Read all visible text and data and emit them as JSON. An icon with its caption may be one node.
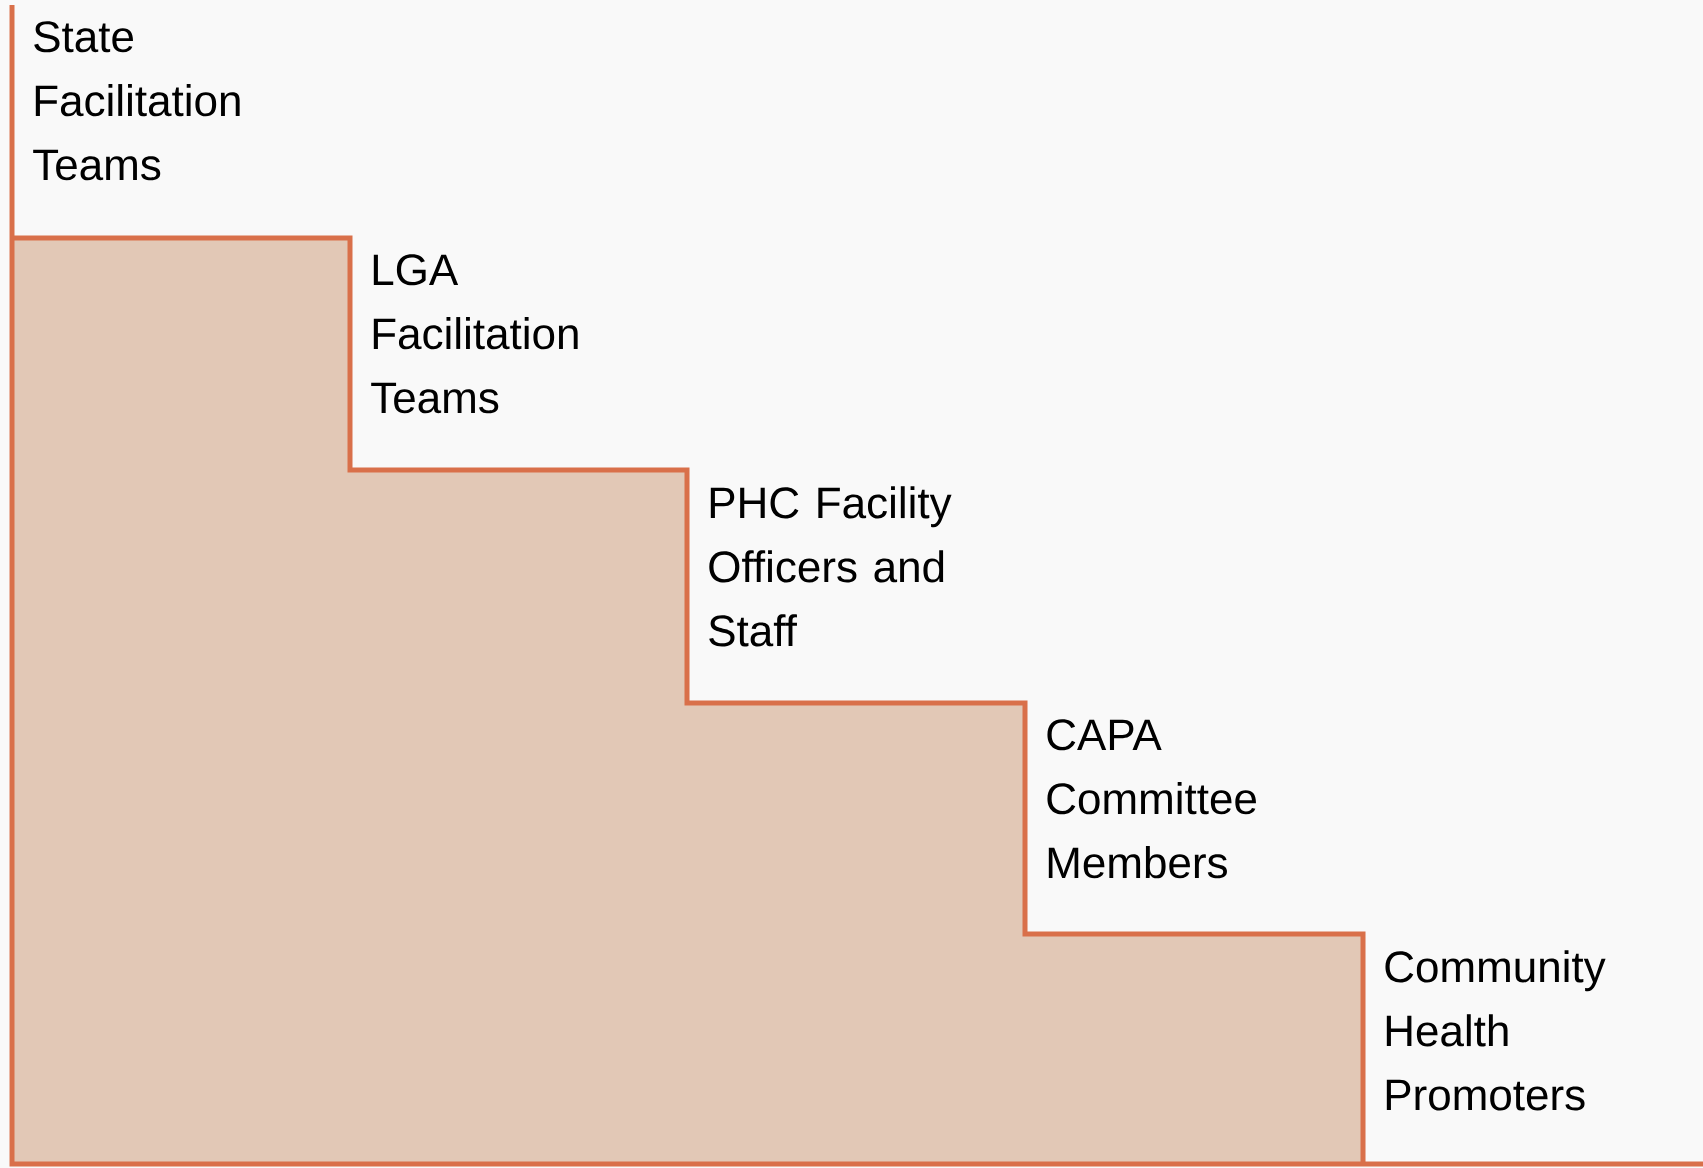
{
  "diagram": {
    "labels": [
      "State Facilitation Teams",
      "LGA Facilitation Teams",
      "PHC Facility Officers and Staff",
      "CAPA Committee Members",
      "Community Health Promoters"
    ]
  }
}
